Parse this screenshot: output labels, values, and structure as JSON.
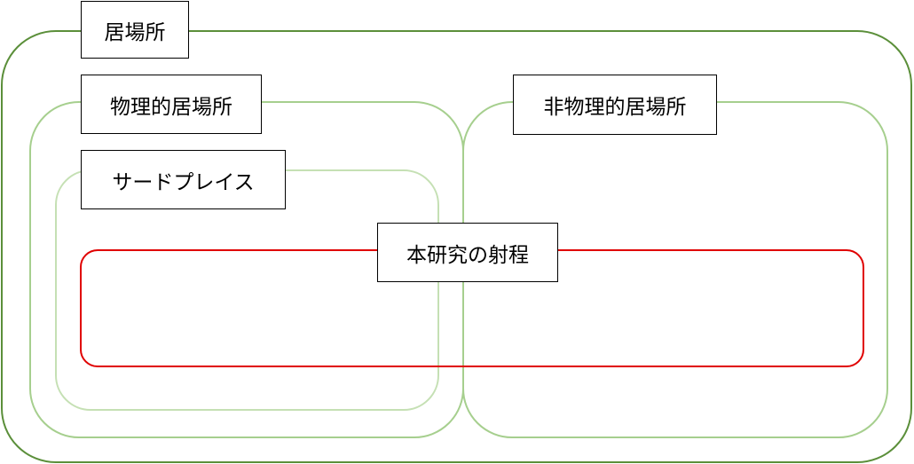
{
  "regions": {
    "outer": {
      "label": "居場所",
      "color": "#5b8f3a"
    },
    "physical": {
      "label": "物理的居場所",
      "color": "#a6cf8e"
    },
    "non_physical": {
      "label": "非物理的居場所",
      "color": "#a6cf8e"
    },
    "third_place": {
      "label": "サードプレイス",
      "color": "#c5e0b4"
    },
    "research_scope": {
      "label": "本研究の射程",
      "color": "#e00000"
    }
  }
}
